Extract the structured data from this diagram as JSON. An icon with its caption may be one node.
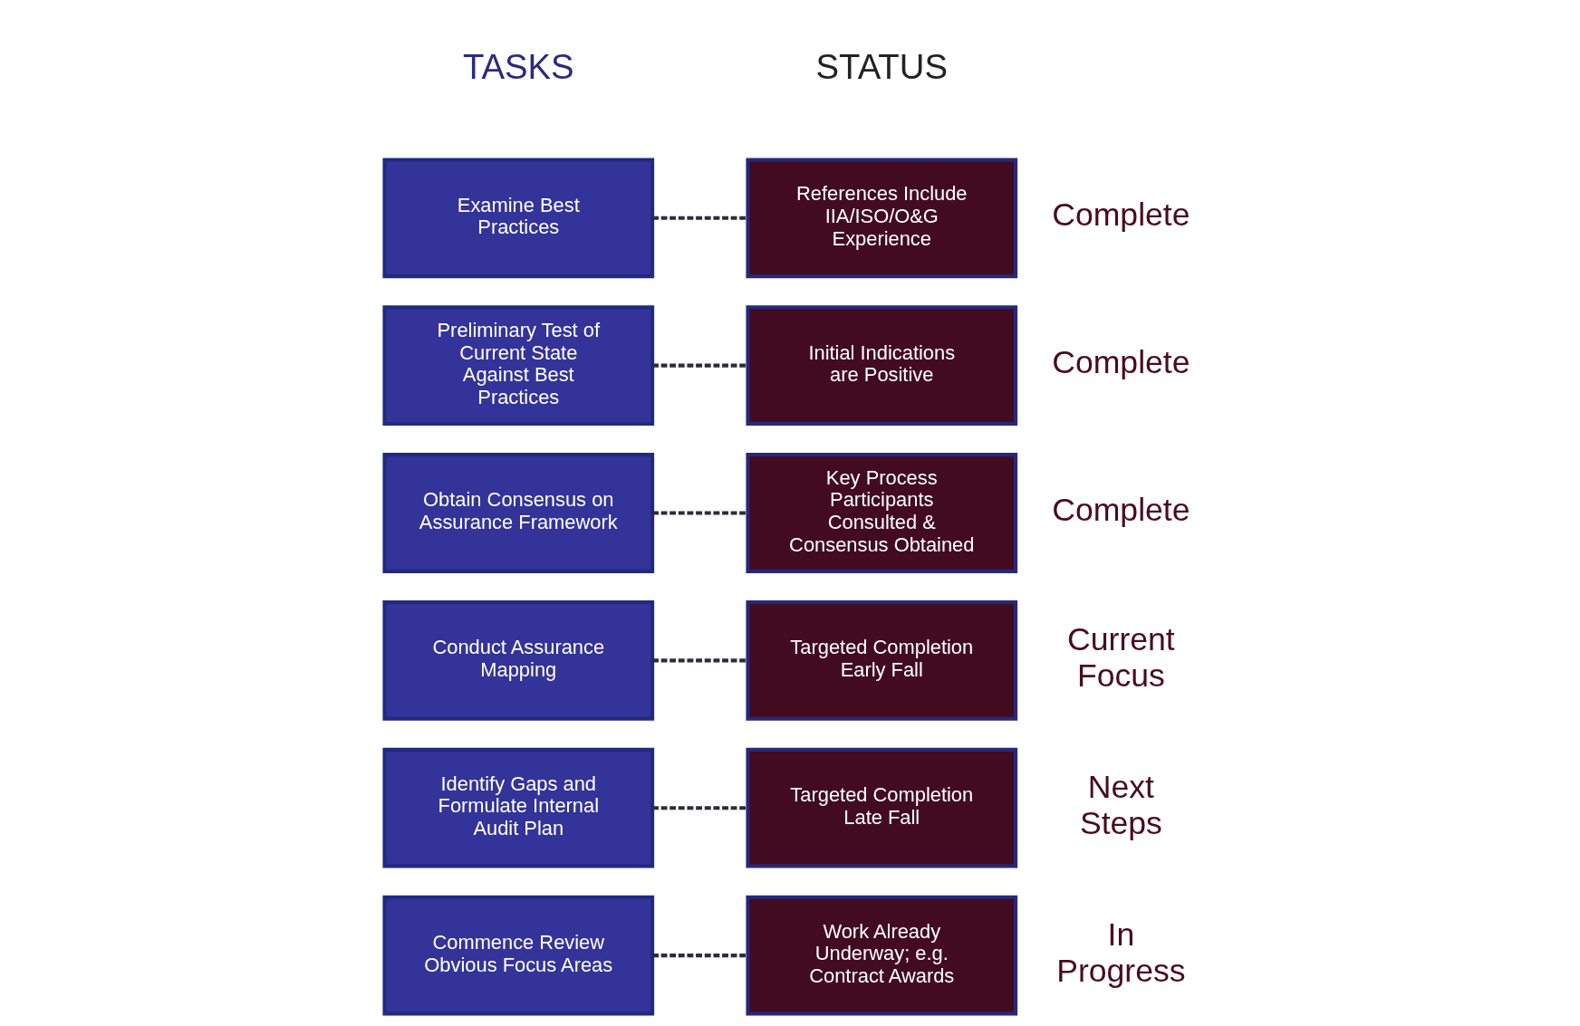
{
  "diagram": {
    "nodes": [
      {
        "text": [
          "Examine Best Practices"
        ]
      },
      {
        "text": [
          "References Include IIA/ISO/O&G Experience"
        ],
        "beside": [
          "Complete"
        ]
      },
      {
        "text": [
          "Preliminary Test of Current State Against Best Practices"
        ]
      },
      {
        "text": [
          "Initial Indications are Positive"
        ],
        "beside": [
          "Complete"
        ]
      },
      {
        "text": [
          "Obtain Consensus on Assurance Framework"
        ]
      },
      {
        "text": [
          "Key Process Participants Consulted & Consensus Obtained"
        ],
        "beside": [
          "Complete"
        ]
      },
      {
        "text": [
          "Conduct Assurance Mapping"
        ]
      },
      {
        "text": [
          "Targeted Completion  Early Fall"
        ],
        "beside": [
          "Current Focus"
        ]
      },
      {
        "text": [
          "Identify Gaps and Formulate Internal Audit Plan"
        ]
      },
      {
        "text": [
          "Targeted Completion Late Fall"
        ],
        "beside": [
          "Next Steps"
        ]
      },
      {
        "text": [
          "Commence Review Obvious Focus Areas"
        ]
      },
      {
        "text": [
          "Work Already Underway; e.g. Contract Awards"
        ],
        "beside": [
          "In Progress"
        ]
      }
    ],
    "edges": [
      {
        "from": 0,
        "to": 1,
        "arrow": "none",
        "style": "dashed"
      },
      {
        "from": 2,
        "to": 3,
        "arrow": "none",
        "style": "dashed"
      },
      {
        "from": 4,
        "to": 5,
        "arrow": "none",
        "style": "dashed"
      },
      {
        "from": 6,
        "to": 7,
        "arrow": "none",
        "style": "dashed"
      },
      {
        "from": 8,
        "to": 9,
        "arrow": "none",
        "style": "dashed"
      },
      {
        "from": 10,
        "to": 11,
        "arrow": "none",
        "style": "dashed"
      }
    ],
    "labels": [
      "TASKS",
      "STATUS"
    ]
  }
}
